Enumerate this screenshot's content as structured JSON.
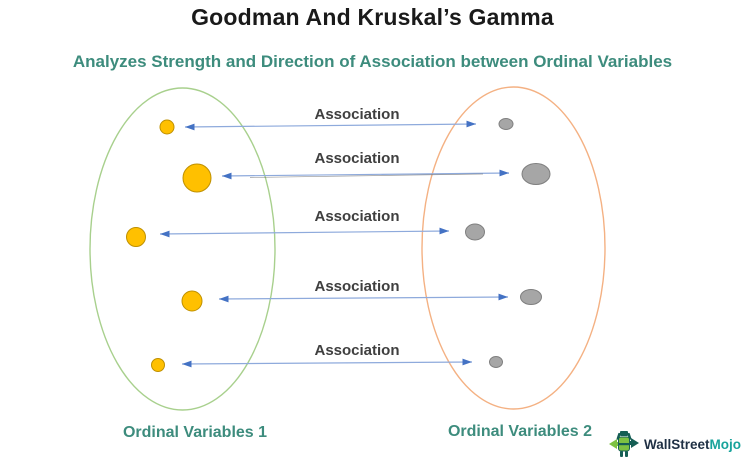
{
  "title": "Goodman And Kruskal’s Gamma",
  "subtitle": "Analyzes Strength and Direction of Association between Ordinal Variables",
  "diagram": {
    "left_set": {
      "label": "Ordinal Variables 1",
      "dot_color": "#FFC000",
      "dot_border_color": "#BF9000",
      "outline_color": "#A8D08D",
      "dot_sizes": [
        "small",
        "large",
        "medium",
        "medium",
        "small"
      ]
    },
    "right_set": {
      "label": "Ordinal Variables 2",
      "dot_color": "#A6A6A6",
      "dot_border_color": "#7F7F7F",
      "outline_color": "#F4B183",
      "dot_sizes": [
        "small",
        "large",
        "medium",
        "medium",
        "small"
      ]
    },
    "associations": [
      {
        "label": "Association"
      },
      {
        "label": "Association"
      },
      {
        "label": "Association"
      },
      {
        "label": "Association"
      },
      {
        "label": "Association"
      }
    ],
    "arrow_head_color": "#4472C4",
    "arrow_line_color": "#8EAADC"
  },
  "logo": {
    "brand_part1": "WallStreet",
    "brand_part2": "Mojo"
  },
  "colors": {
    "title_text": "#1A1A1A",
    "teal_text": "#3D8C7D",
    "association_text": "#3F3F3F"
  }
}
